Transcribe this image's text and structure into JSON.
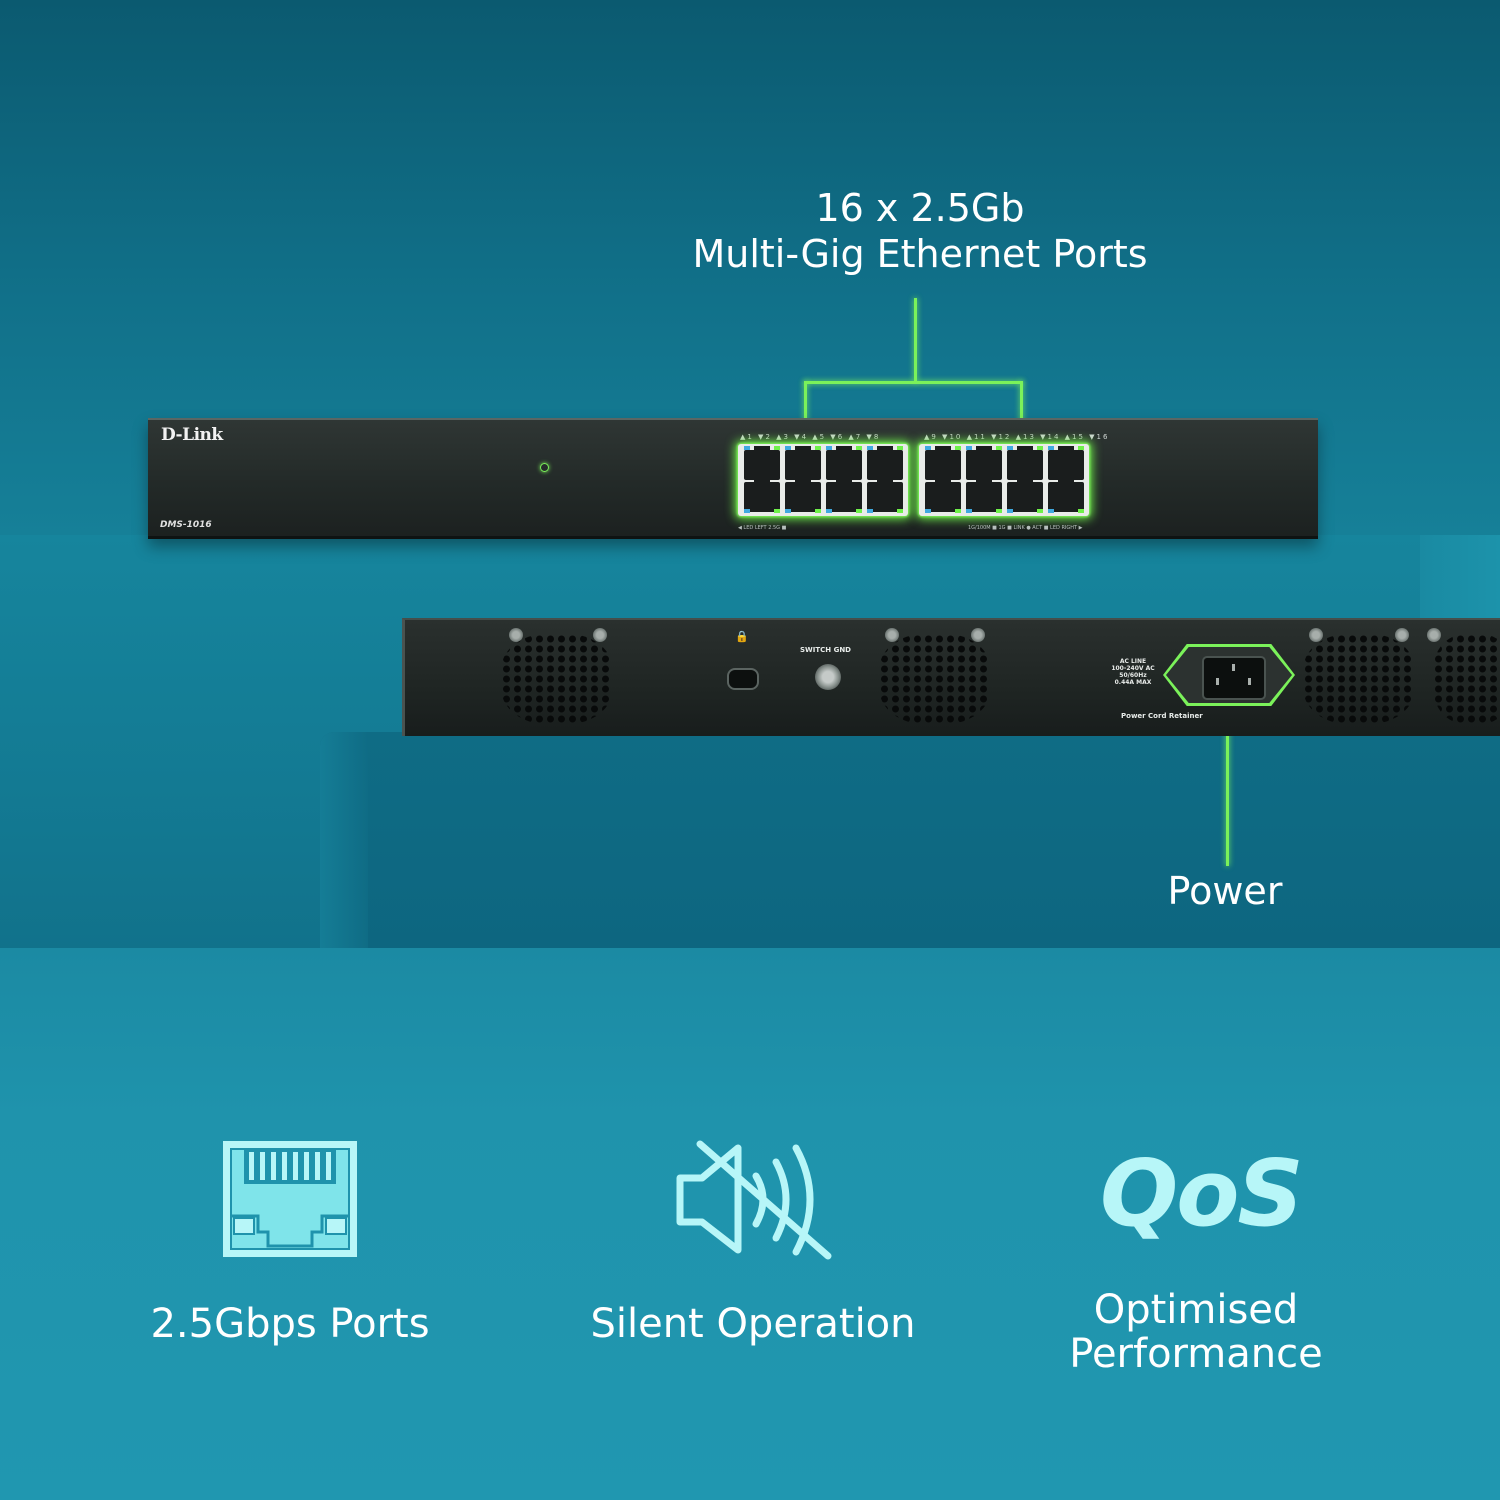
{
  "callouts": {
    "ports_line1": "16 x 2.5Gb",
    "ports_line2": "Multi-Gig Ethernet Ports",
    "power": "Power"
  },
  "front_panel": {
    "brand": "D-Link",
    "model": "DMS-1016",
    "port_numbers_left": "▲1 ▼2 ▲3 ▼4 ▲5 ▼6 ▲7 ▼8",
    "port_numbers_right": "▲9 ▼10 ▲11 ▼12 ▲13 ▼14 ▲15 ▼16",
    "led_legend_left": "◀ LED LEFT  2.5G ■",
    "led_legend_right": "1G/100M ■ 1G ■ LINK ● ACT ■ LED RIGHT ▶"
  },
  "rear_panel": {
    "switch_gnd_label": "SWITCH GND",
    "ac_label_lines": [
      "AC LINE",
      "100-240V AC",
      "50/60Hz",
      "0.44A MAX"
    ],
    "retainer_label": "Power Cord Retainer"
  },
  "features": [
    {
      "icon": "ethernet-port-icon",
      "label": "2.5Gbps Ports"
    },
    {
      "icon": "speaker-muted-icon",
      "label": "Silent Operation"
    },
    {
      "icon": "qos-text-icon",
      "icon_text": "QoS",
      "label_line1": "Optimised",
      "label_line2": "Performance"
    }
  ],
  "colors": {
    "highlight_green": "#7bf25a",
    "icon_cyan": "#b7f6f8",
    "background_teal": "#1a8ba3"
  }
}
